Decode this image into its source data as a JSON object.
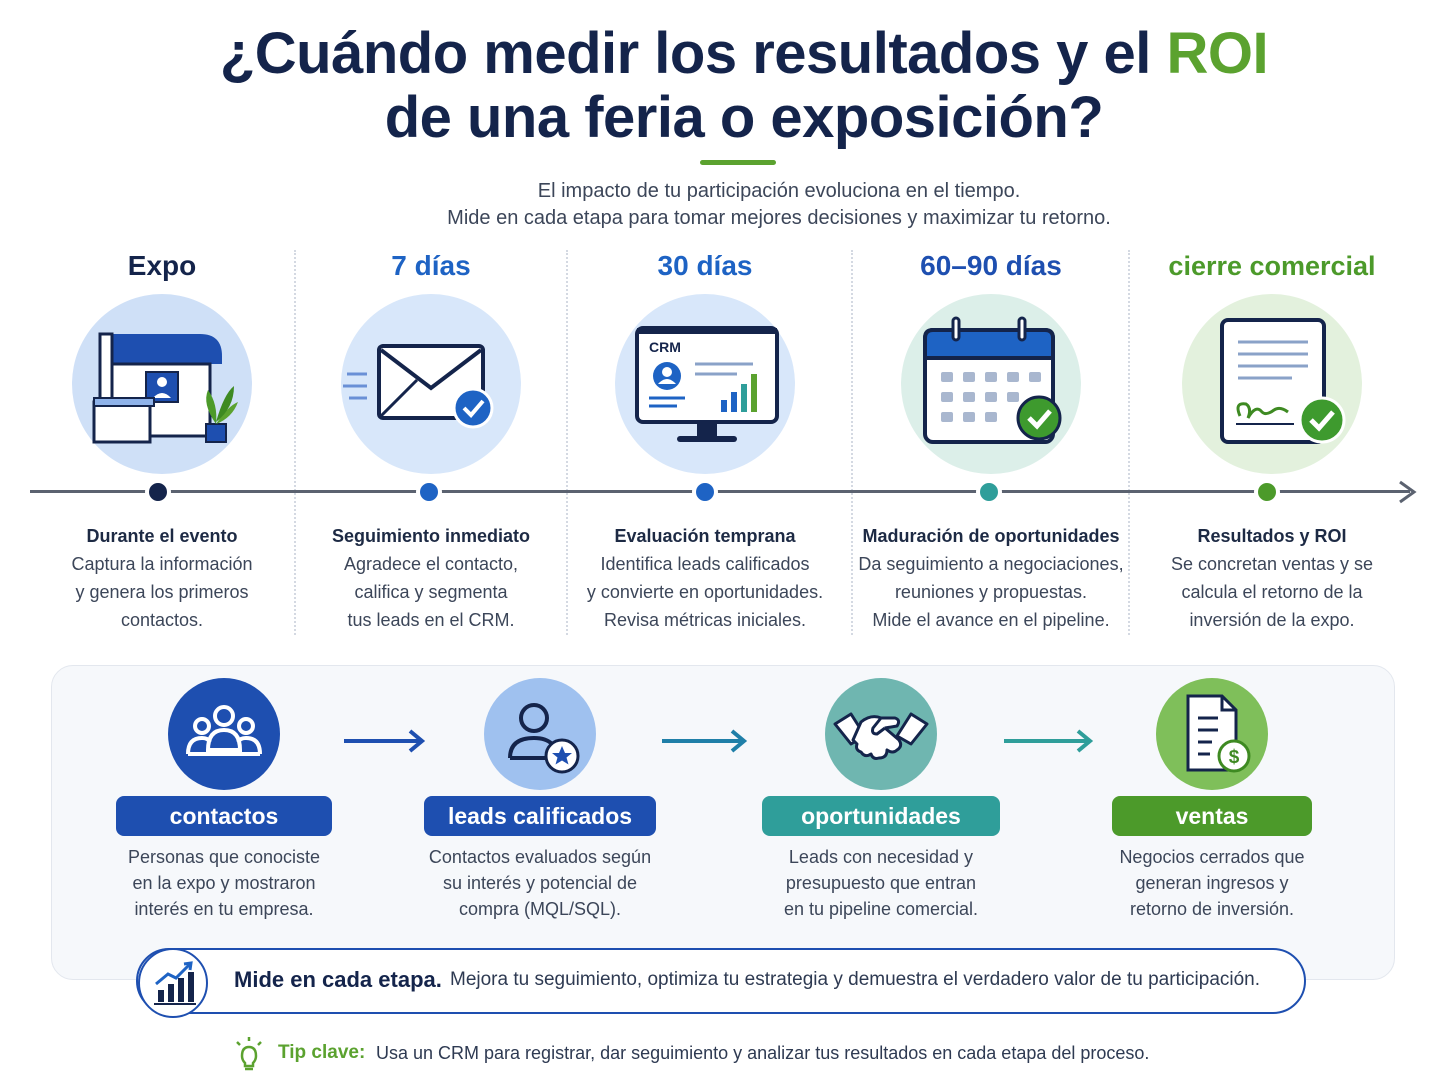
{
  "header": {
    "title_line1": "¿Cuándo medir los resultados y el",
    "title_highlight": "ROI",
    "title_line2": "de una feria o exposición?",
    "subtitle_line1": "El impacto de tu participación evoluciona en el tiempo.",
    "subtitle_line2": "Mide en cada etapa para tomar mejores decisiones y maximizar tu retorno."
  },
  "colors": {
    "navy": "#14244b",
    "blue": "#1e63c4",
    "teal": "#2f9e9a",
    "green": "#5ba22f"
  },
  "stages": [
    {
      "label": "Expo",
      "icon": "expo-booth-icon",
      "heading": "Durante el evento",
      "desc": [
        "Captura la información",
        "y genera los primeros",
        "contactos."
      ]
    },
    {
      "label": "7 días",
      "icon": "envelope-check-icon",
      "heading": "Seguimiento inmediato",
      "desc": [
        "Agradece el contacto,",
        "califica y segmenta",
        "tus leads en el CRM."
      ]
    },
    {
      "label": "30 días",
      "icon": "crm-monitor-icon",
      "icon_text": "CRM",
      "heading": "Evaluación temprana",
      "desc": [
        "Identifica leads calificados",
        "y convierte en oportunidades.",
        "Revisa métricas iniciales."
      ]
    },
    {
      "label": "60–90 días",
      "icon": "calendar-check-icon",
      "heading": "Maduración de oportunidades",
      "desc": [
        "Da seguimiento a negociaciones,",
        "reuniones y propuestas.",
        "Mide el avance en el pipeline."
      ]
    },
    {
      "label": "cierre comercial",
      "icon": "signed-document-icon",
      "heading": "Resultados y ROI",
      "desc": [
        "Se concretan ventas y se",
        "calcula el retorno de la",
        "inversión de la expo."
      ]
    }
  ],
  "funnel": [
    {
      "label": "contactos",
      "icon": "people-group-icon",
      "desc": [
        "Personas que conociste",
        "en la expo y mostraron",
        "interés en tu empresa."
      ]
    },
    {
      "label": "leads calificados",
      "icon": "user-star-icon",
      "desc": [
        "Contactos evaluados según",
        "su interés y potencial de",
        "compra (MQL/SQL)."
      ]
    },
    {
      "label": "oportunidades",
      "icon": "handshake-icon",
      "desc": [
        "Leads con necesidad y",
        "presupuesto que entran",
        "en tu pipeline comercial."
      ]
    },
    {
      "label": "ventas",
      "icon": "invoice-dollar-icon",
      "desc": [
        "Negocios cerrados que",
        "generan ingresos y",
        "retorno de inversión."
      ]
    }
  ],
  "banner": {
    "icon": "growth-chart-icon",
    "bold": "Mide en cada etapa.",
    "text": "Mejora tu seguimiento, optimiza tu estrategia y demuestra el verdadero valor de tu participación."
  },
  "tip": {
    "icon": "lightbulb-icon",
    "bold": "Tip clave:",
    "text": "Usa un CRM para registrar, dar seguimiento y analizar tus resultados en cada etapa del proceso."
  }
}
